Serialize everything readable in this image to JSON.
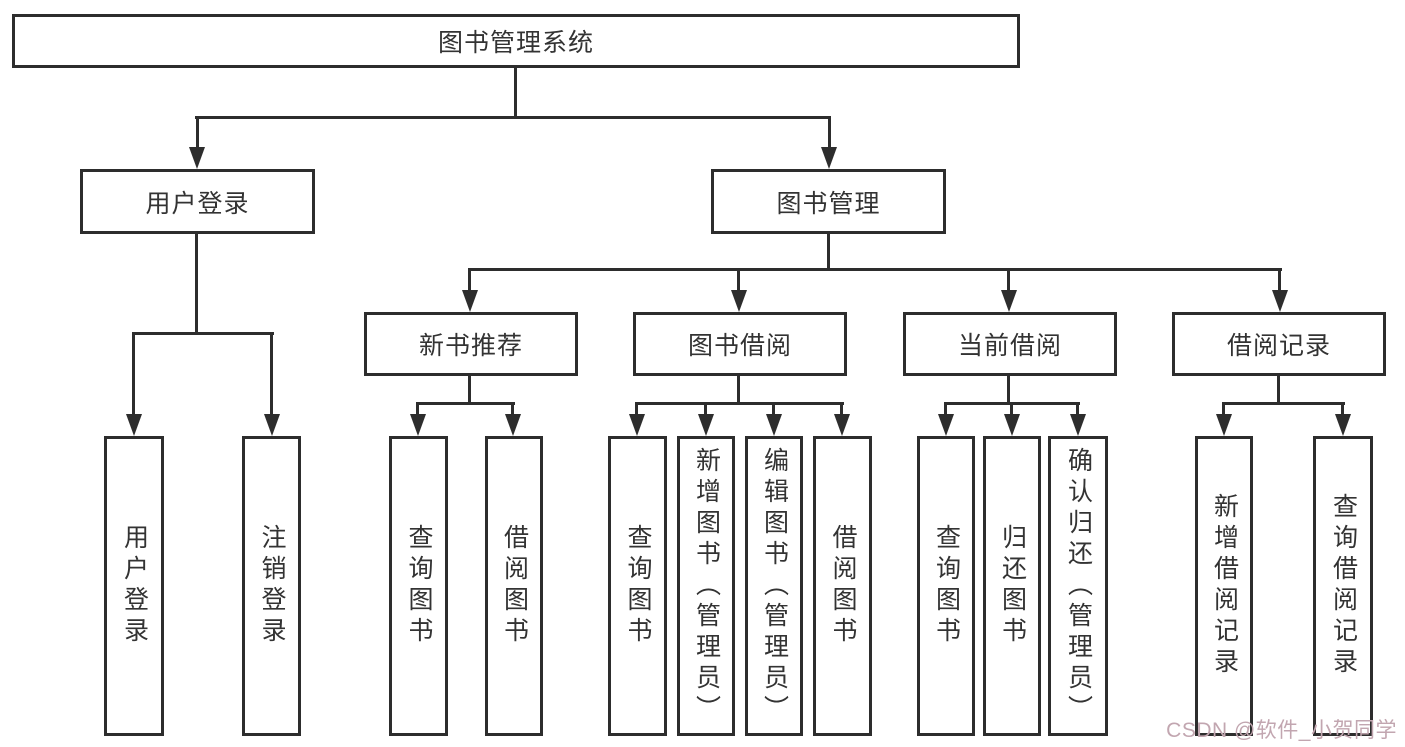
{
  "diagram": {
    "root": {
      "label": "图书管理系统"
    },
    "level2": {
      "user_login": {
        "label": "用户登录"
      },
      "book_mgmt": {
        "label": "图书管理"
      }
    },
    "level3": {
      "new_book": {
        "label": "新书推荐"
      },
      "book_borrow": {
        "label": "图书借阅"
      },
      "current_borrow": {
        "label": "当前借阅"
      },
      "borrow_records": {
        "label": "借阅记录"
      }
    },
    "leaves": {
      "user_login": {
        "label": "用户登录"
      },
      "logout": {
        "label": "注销登录"
      },
      "nb_query": {
        "label": "查询图书"
      },
      "nb_borrow": {
        "label": "借阅图书"
      },
      "bb_query": {
        "label": "查询图书"
      },
      "bb_add": {
        "label": "新增图书（管理员）"
      },
      "bb_edit": {
        "label": "编辑图书（管理员）"
      },
      "bb_borrow": {
        "label": "借阅图书"
      },
      "cb_query": {
        "label": "查询图书"
      },
      "cb_return": {
        "label": "归还图书"
      },
      "cb_confirm": {
        "label": "确认归还（管理员）"
      },
      "br_add": {
        "label": "新增借阅记录"
      },
      "br_query": {
        "label": "查询借阅记录"
      }
    }
  },
  "watermark": {
    "text": "CSDN @软件_小贺同学"
  },
  "colors": {
    "line": "#2d2d2d",
    "text": "#333333",
    "background": "#ffffff",
    "watermark": "#c2a6b0"
  }
}
